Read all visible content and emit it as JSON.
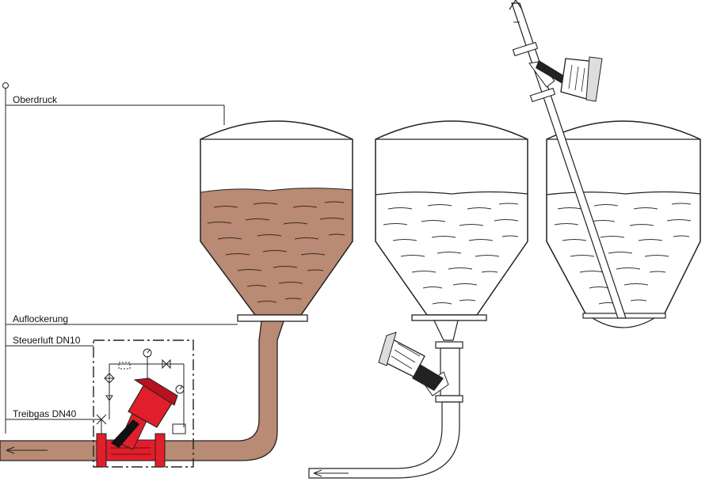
{
  "labels": {
    "oberdruck": "Oberdruck",
    "auflockerung": "Auflockerung",
    "steuerluft": "Steuerluft DN10",
    "treibgas": "Treibgas DN40"
  },
  "colors": {
    "product": "#b98a74",
    "valve_red": "#e11e2b",
    "line": "#222222",
    "water_line": "#333333"
  }
}
